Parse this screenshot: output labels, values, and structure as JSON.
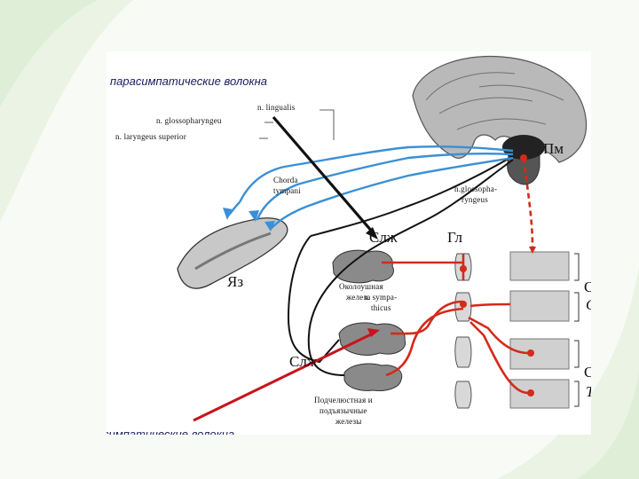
{
  "captions": {
    "parasympathetic": "парасимпатические волокна",
    "sympathetic": "симпатические волокна"
  },
  "nerve_labels": {
    "n_lingualis": "n. lingualis",
    "n_glossopharyngeus": "n. glossopharyngeu",
    "n_laryngeus_superior": "n. laryngeus superior",
    "chorda_tympani_1": "Chorda",
    "chorda_tympani_2": "tympani",
    "n_glossopharyngeus_2a": "n.glossopha-",
    "n_glossopharyngeus_2b": "ryngeus",
    "n_sympathicus_1": "n. sympa-",
    "n_sympathicus_2": "thicus"
  },
  "structure_labels": {
    "pm": "Пм",
    "slzh_top": "Слж",
    "gl": "Гл",
    "yaz": "Яз",
    "sm_1": "См",
    "c_segment": "C",
    "slzh_bottom": "Слж",
    "sm_2": "См",
    "th_segment": "Th",
    "parotid_1": "Околоушная",
    "parotid_2": "железа",
    "submand_1": "Подчелюстная и",
    "submand_2": "подъязычные",
    "submand_3": "железы"
  },
  "colors": {
    "parasympathetic_fibers": "#3a8fd6",
    "sympathetic_fibers": "#d42a1a",
    "pointer_arrow_black": "#111111",
    "pointer_arrow_red": "#c8141c"
  }
}
